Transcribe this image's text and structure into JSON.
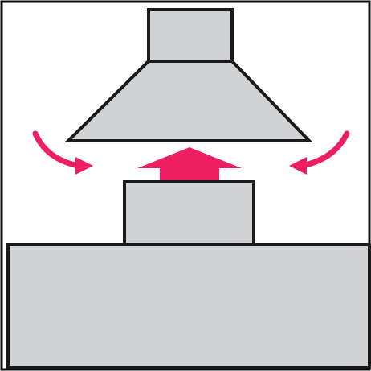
{
  "diagram": {
    "description_free": true,
    "colors": {
      "frame_stroke": "#111111",
      "shape_fill": "#d1d2d4",
      "shape_stroke": "#1a1a1a",
      "arrow_color": "#ee1e63",
      "background": "#ffffff"
    },
    "elements": {
      "hood_duct": "duct",
      "hood_canopy": "canopy",
      "cooking_pot": "pot",
      "stove_base": "base",
      "updraft_arrow": "up-arrow",
      "inflow_arrow_left": "curved-arrow-left",
      "inflow_arrow_right": "curved-arrow-right"
    }
  }
}
